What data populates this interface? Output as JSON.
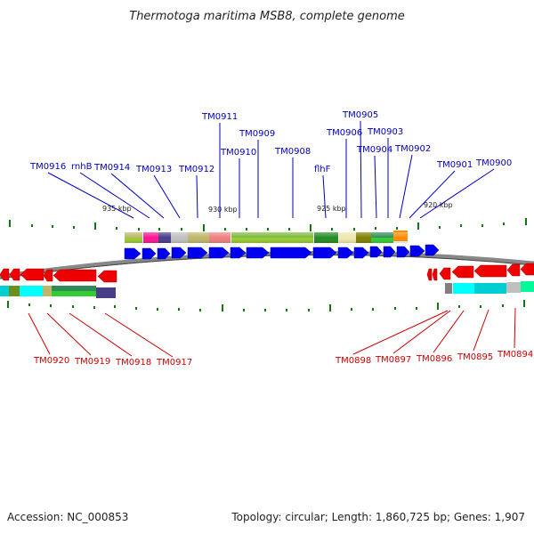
{
  "title": "Thermotoga maritima MSB8, complete genome",
  "footer": {
    "accession": "Accession: NC_000853",
    "summary": "Topology: circular; Length: 1,860,725 bp; Genes: 1,907"
  },
  "colors": {
    "forward_gene": "#0000ee",
    "reverse_gene": "#ee0000",
    "forward_label": "#0000bb",
    "reverse_label": "#cc0000",
    "backbone": "#888888",
    "tick": "#117711"
  },
  "scale_labels": [
    "935 kbp",
    "930 kbp",
    "925 kbp",
    "920 kbp"
  ],
  "top_labels": [
    "TM0916",
    "rnhB",
    "TM0914",
    "TM0913",
    "TM0912",
    "TM0911",
    "TM0910",
    "TM0909",
    "TM0908",
    "flhF",
    "TM0906",
    "TM0905",
    "TM0904",
    "TM0903",
    "TM0902",
    "TM0901",
    "TM0900"
  ],
  "left_labels": [
    "TM0920",
    "TM0919",
    "TM0918",
    "TM0917"
  ],
  "right_labels": [
    "TM0898",
    "TM0897",
    "TM0896",
    "TM0895",
    "TM0894"
  ]
}
